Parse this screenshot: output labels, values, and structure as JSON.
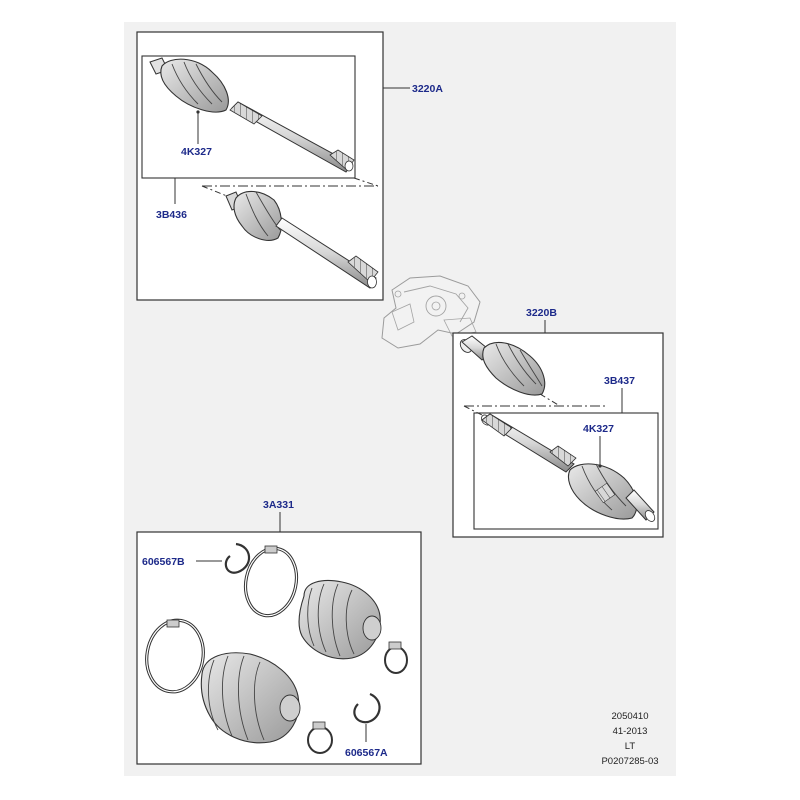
{
  "labels": {
    "assembly_front": "3220A",
    "boot_front": "4K327",
    "outer_joint_front": "3B436",
    "assembly_rear": "3220B",
    "inner_joint_rear": "3B437",
    "boot_rear": "4K327",
    "boot_kit": "3A331",
    "circlip_upper": "606567B",
    "circlip_lower": "606567A"
  },
  "reference": {
    "line1": "2050410",
    "line2": "41-2013",
    "line3": "LT",
    "line4": "P0207285-03"
  },
  "colors": {
    "label": "#1d2a8a",
    "line": "#333333",
    "frame_fill": "#f1f1f1"
  }
}
